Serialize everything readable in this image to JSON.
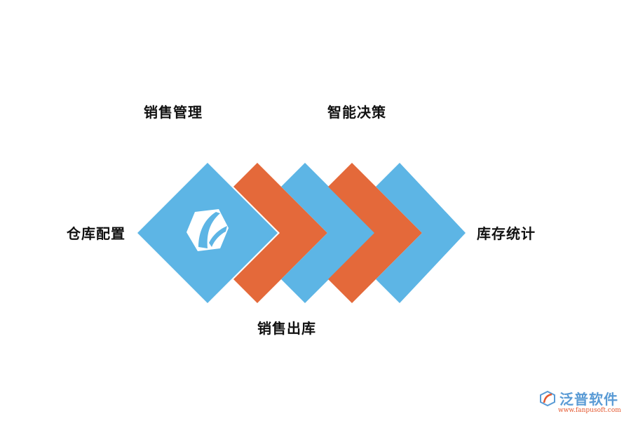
{
  "labels": {
    "top_left": "销售管理",
    "top_right": "智能决策",
    "left": "仓库配置",
    "right": "库存统计",
    "bottom": "销售出库"
  },
  "colors": {
    "blue": "#5db5e5",
    "orange": "#e4693a",
    "text": "#111111",
    "logo_blue": "#5a9bd5",
    "logo_orange": "#e4572e"
  },
  "flow": {
    "steps": [
      "diamond",
      "chevron",
      "chevron",
      "chevron",
      "chevron"
    ],
    "step_colors": [
      "blue",
      "orange",
      "blue",
      "orange",
      "blue"
    ],
    "center_icon": "brand-hexagon-icon"
  },
  "logo": {
    "name": "泛普软件",
    "url": "www.fanpusoft.com",
    "icon": "fanpu-logo-icon"
  }
}
